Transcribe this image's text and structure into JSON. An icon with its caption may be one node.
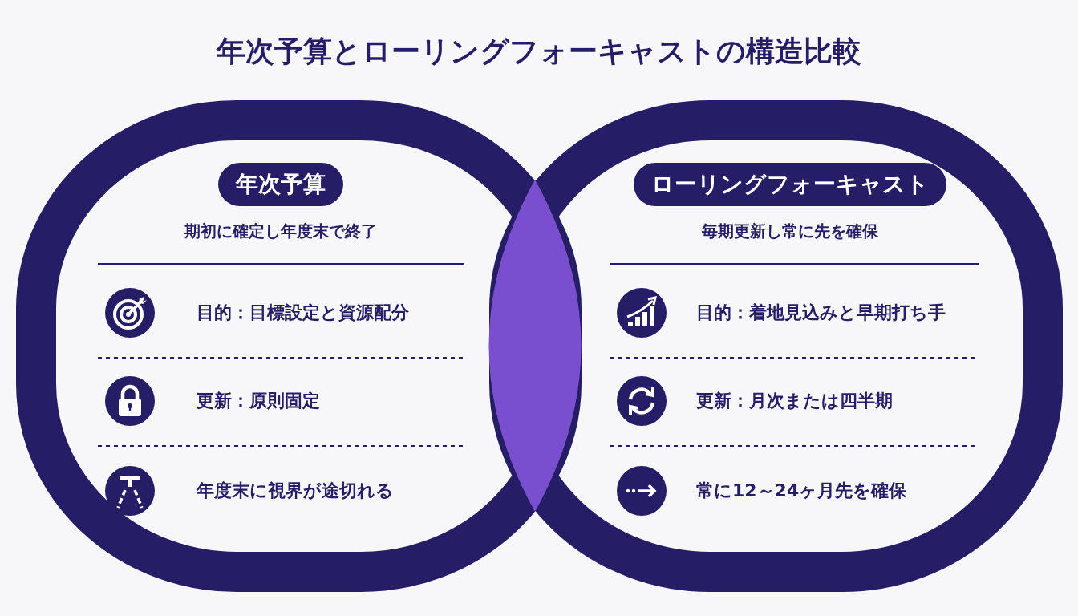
{
  "diagram": {
    "title": "年次予算とローリングフォーキャストの構造比較",
    "nodes": [
      {
        "text": [
          "年次予算",
          "期初に確定し年度末で終了",
          "目的：目標設定と資源配分",
          "更新：原則固定",
          "年度末に視界が途切れる"
        ]
      },
      {
        "text": [
          "ローリングフォーキャスト",
          "毎期更新し常に先を確保",
          "目的：着地見込みと早期打ち手",
          "更新：月次または四半期",
          "常に12～24ヶ月先を確保"
        ]
      },
      {
        "text": [],
        "shape": "lens"
      }
    ]
  }
}
